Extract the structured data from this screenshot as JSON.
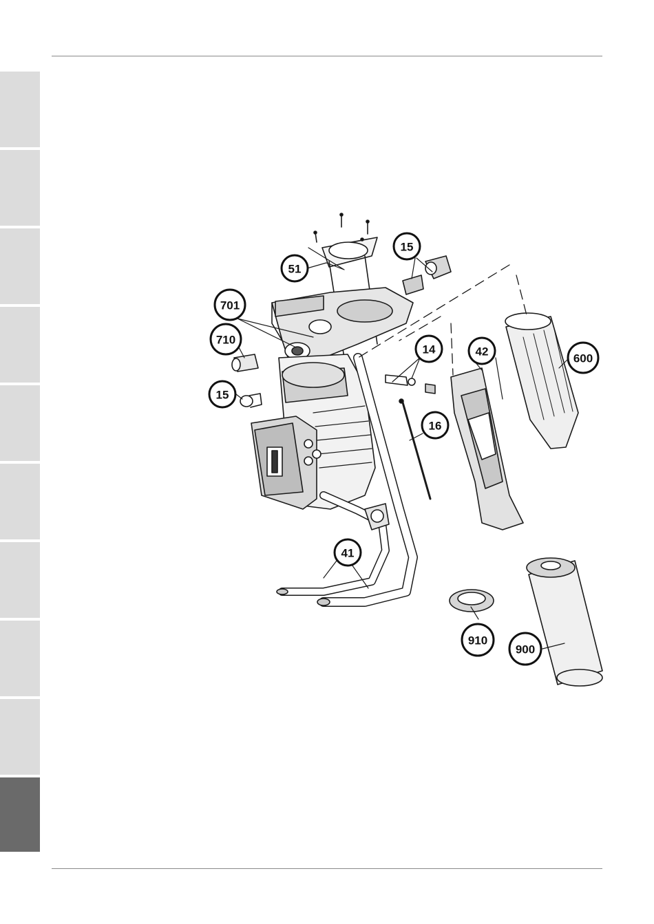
{
  "callouts": {
    "c51": "51",
    "c15a": "15",
    "c701": "701",
    "c710": "710",
    "c15b": "15",
    "c14": "14",
    "c42": "42",
    "c600": "600",
    "c16": "16",
    "c41": "41",
    "c910": "910",
    "c900": "900"
  },
  "tabs_active_index": 9
}
